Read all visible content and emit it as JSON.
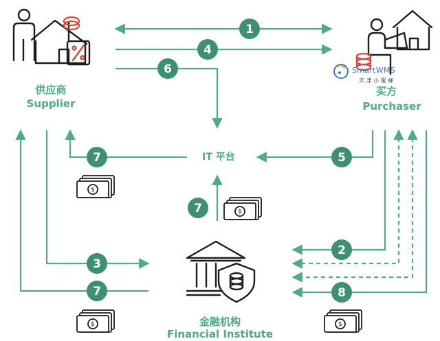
{
  "supplier": {
    "cn": "供应商",
    "en": "Supplier"
  },
  "purchaser": {
    "cn": "买方",
    "en": "Purchaser"
  },
  "platform": {
    "label": "IT 平台"
  },
  "institute": {
    "cn": "金融机构",
    "en": "Financial Institute"
  },
  "watermark": {
    "brand": "SmartWMS",
    "sub": "天 津 小 蜜 蜂"
  },
  "steps": {
    "s1": "1",
    "s2": "2",
    "s3": "3",
    "s4": "4",
    "s5": "5",
    "s6": "6",
    "s7": "7",
    "s8": "8"
  },
  "colors": {
    "accent": "#4faa88",
    "badge": "#3f8f72",
    "icon": "#1c1c1c",
    "warn": "#d9433b"
  },
  "icons": [
    "supplier-house-percent-icon",
    "purchaser-laptop-house-icon",
    "bank-shield-icon",
    "cash-icon"
  ]
}
